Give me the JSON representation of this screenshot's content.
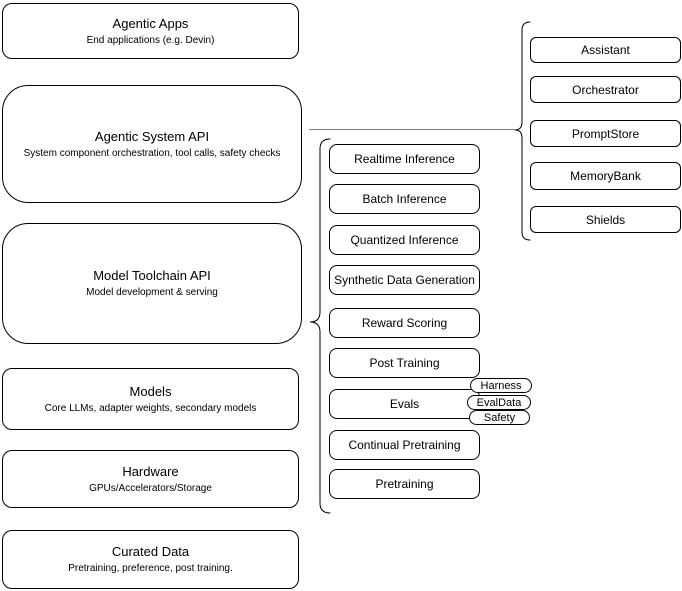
{
  "left_column": {
    "boxes": [
      {
        "title": "Agentic Apps",
        "subtitle": "End applications (e.g. Devin)"
      },
      {
        "title": "Agentic System API",
        "subtitle": "System component orchestration, tool calls, safety checks"
      },
      {
        "title": "Model Toolchain API",
        "subtitle": "Model development & serving"
      },
      {
        "title": "Models",
        "subtitle": "Core LLMs, adapter weights, secondary models"
      },
      {
        "title": "Hardware",
        "subtitle": "GPUs/Accelerators/Storage"
      },
      {
        "title": "Curated Data",
        "subtitle": "Pretraining, preference, post training."
      }
    ]
  },
  "middle_column": {
    "boxes": [
      {
        "label": "Realtime Inference"
      },
      {
        "label": "Batch Inference"
      },
      {
        "label": "Quantized Inference"
      },
      {
        "label": "Synthetic Data Generation"
      },
      {
        "label": "Reward Scoring"
      },
      {
        "label": "Post Training"
      },
      {
        "label": "Evals"
      },
      {
        "label": "Continual Pretraining"
      },
      {
        "label": "Pretraining"
      }
    ],
    "tags": [
      {
        "label": "Harness"
      },
      {
        "label": "EvalData"
      },
      {
        "label": "Safety"
      }
    ]
  },
  "right_column": {
    "boxes": [
      {
        "label": "Assistant"
      },
      {
        "label": "Orchestrator"
      },
      {
        "label": "PromptStore"
      },
      {
        "label": "MemoryBank"
      },
      {
        "label": "Shields"
      }
    ]
  },
  "colors": {
    "node_fill": "#ffffff",
    "node_border": "#000000",
    "connector": "#7f7f7f"
  }
}
